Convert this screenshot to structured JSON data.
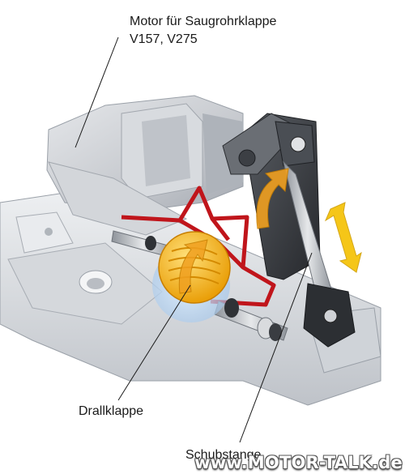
{
  "labels": {
    "motor_line1": "Motor für Saugrohrklappe",
    "motor_line2": "V157, V275",
    "drallklappe": "Drallklappe",
    "schubstange": "Schubstange"
  },
  "watermark": "www.MOTOR-TALK.de",
  "colors": {
    "housing": "#c9ccd1",
    "housing_shadow": "#9aa0a8",
    "dark_part": "#3a3d42",
    "red_duct": "#c0151b",
    "flap_yellow": "#f4b400",
    "arrow_orange": "#f0a020",
    "arrow_yellow": "#f5c000",
    "glow_blue": "#b8d4f0"
  }
}
